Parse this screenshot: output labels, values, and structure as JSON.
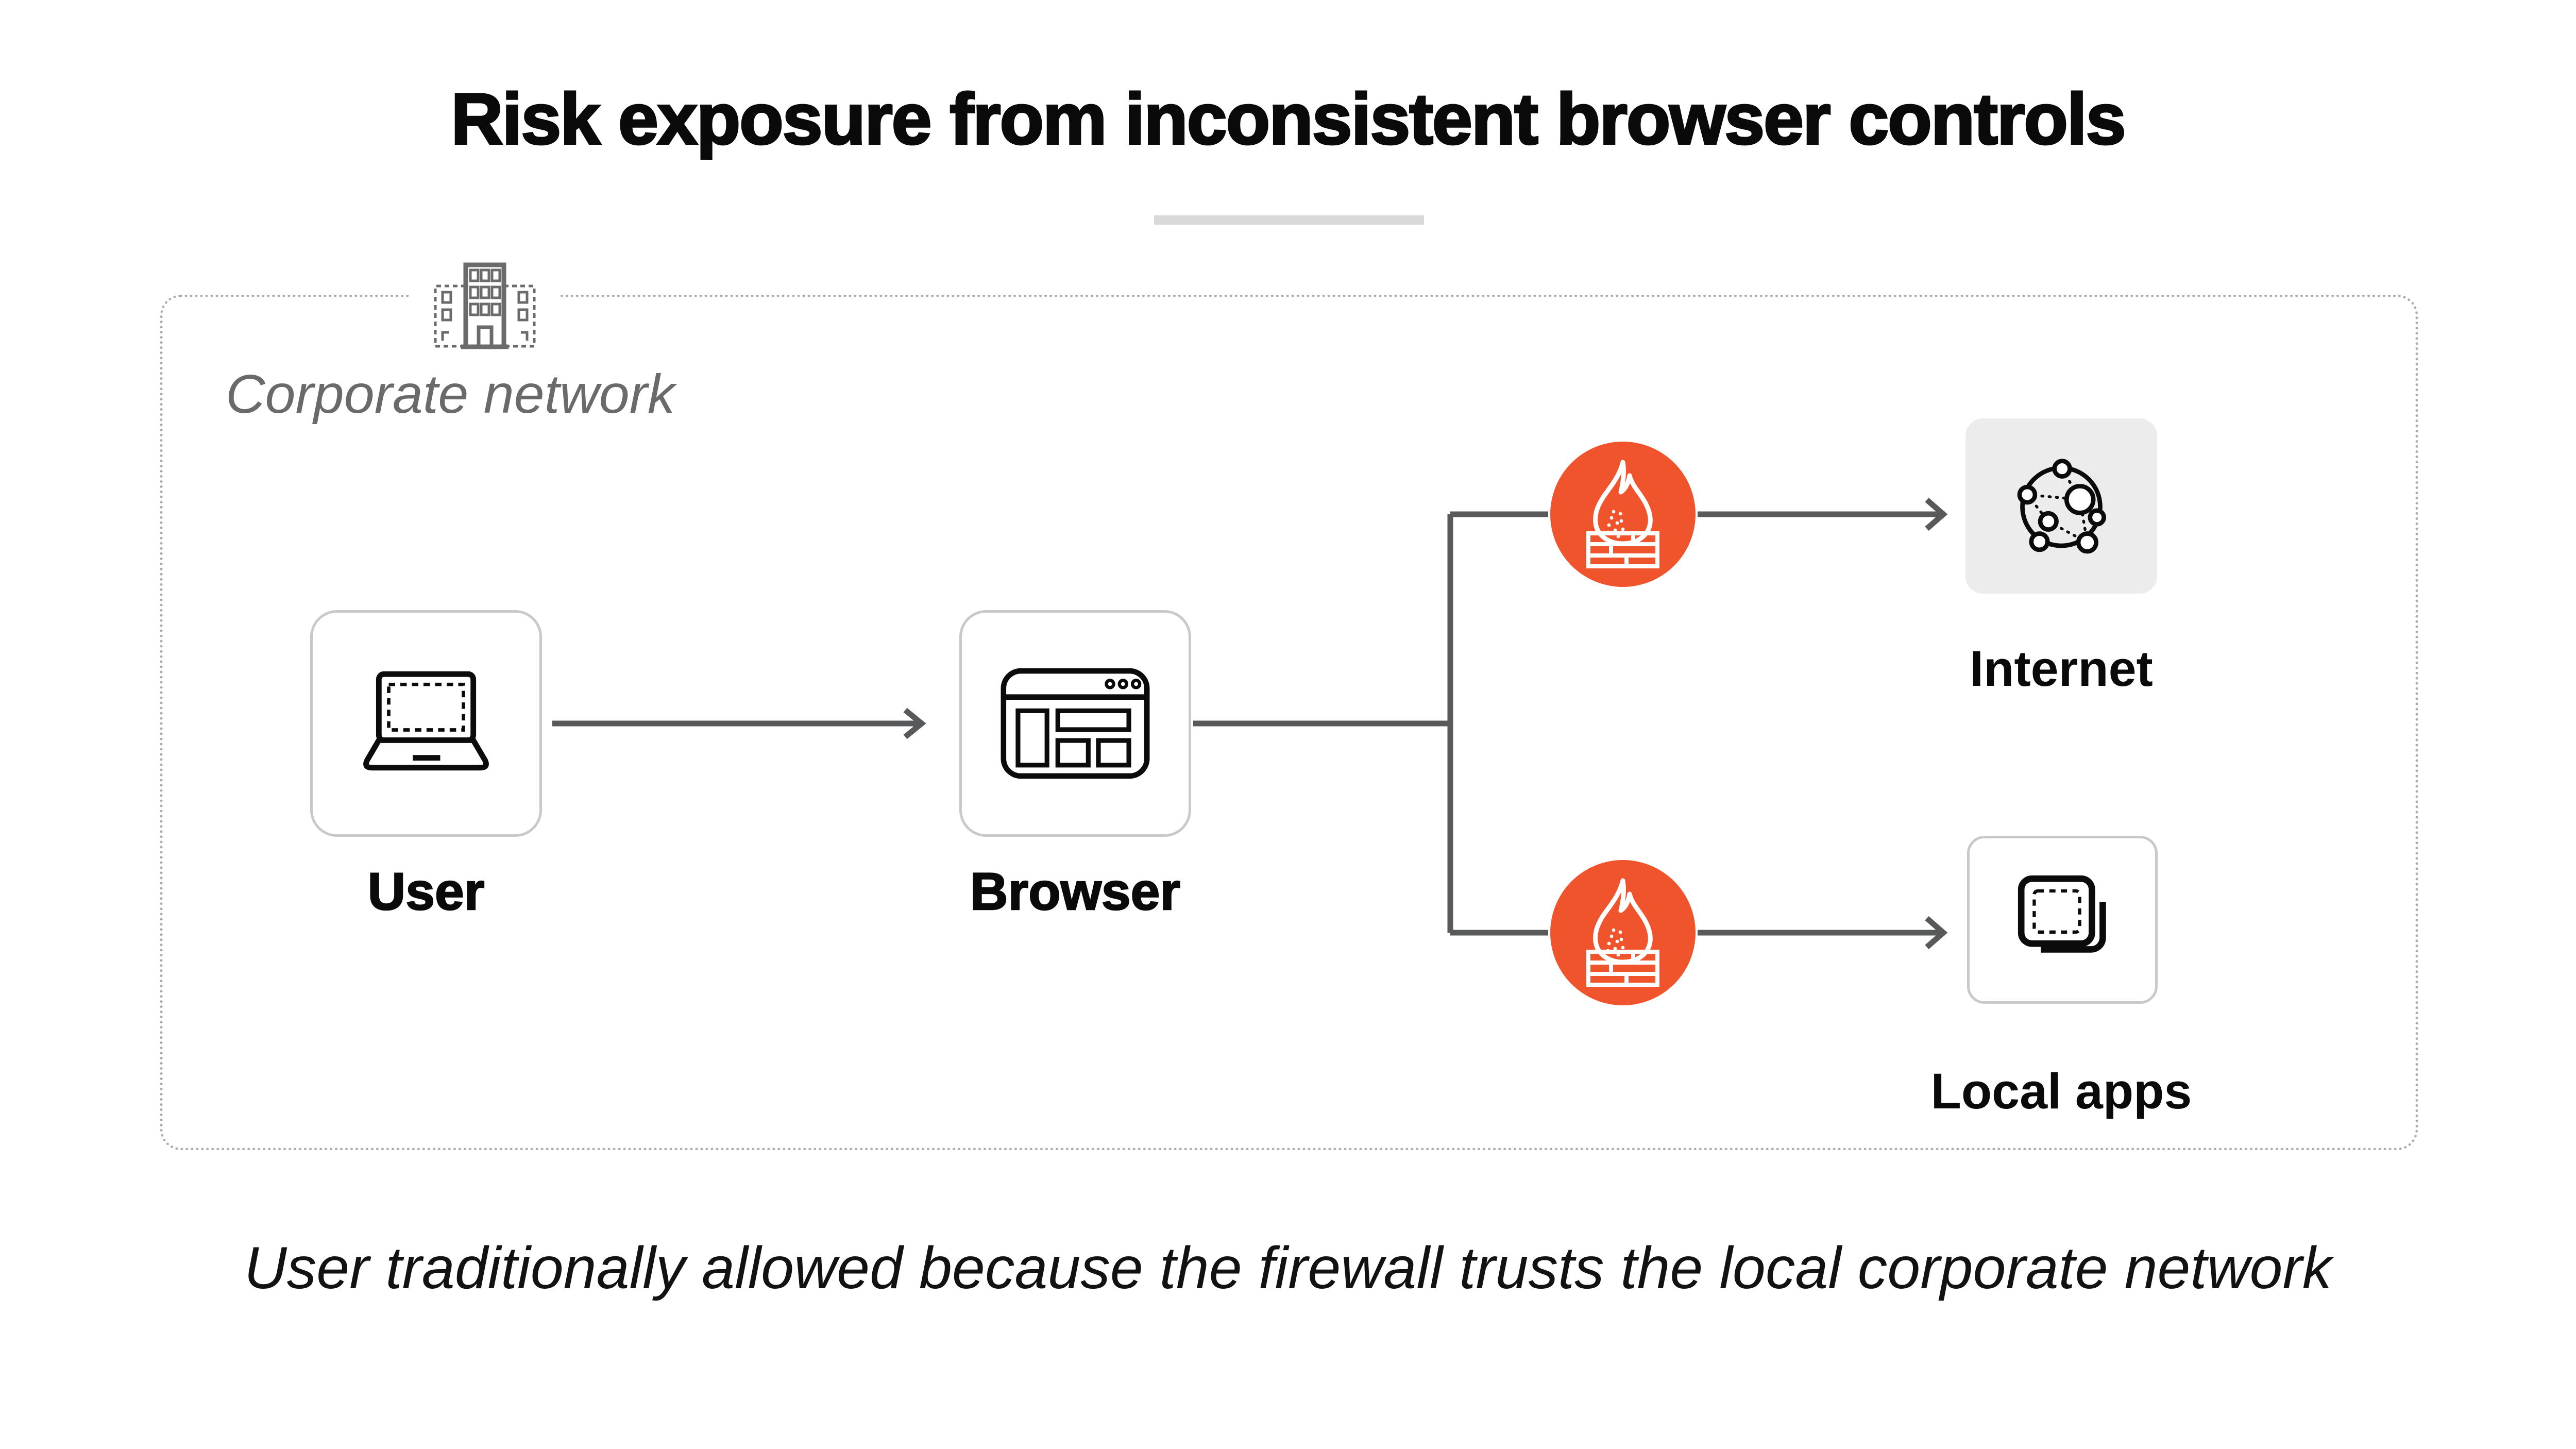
{
  "title": "Risk exposure from inconsistent browser controls",
  "caption": "User traditionally allowed because the firewall trusts the local corporate network",
  "zone": {
    "label": "Corporate network",
    "icon": "office-building-icon"
  },
  "nodes": {
    "user": {
      "label": "User",
      "icon": "laptop-icon"
    },
    "browser": {
      "label": "Browser",
      "icon": "browser-window-icon"
    },
    "firewall_top": {
      "icon": "firewall-icon"
    },
    "firewall_bottom": {
      "icon": "firewall-icon"
    },
    "internet": {
      "label": "Internet",
      "icon": "network-globe-icon"
    },
    "local_apps": {
      "label": "Local apps",
      "icon": "stacked-apps-icon"
    }
  },
  "flow": [
    "User -> Browser",
    "Browser -> firewall -> Internet",
    "Browser -> firewall -> Local apps"
  ],
  "colors": {
    "firewall_orange": "#F0542D",
    "connector_gray": "#58595B",
    "zone_border_gray": "#ABABAB",
    "zone_label_gray": "#6A6A6A",
    "node_border_gray": "#C9C9C9",
    "internet_box_fill": "#ECECEC",
    "title_underline": "#D9D9D9",
    "icon_ink": "#0B0B0B",
    "building_gray": "#6B6B6B"
  }
}
